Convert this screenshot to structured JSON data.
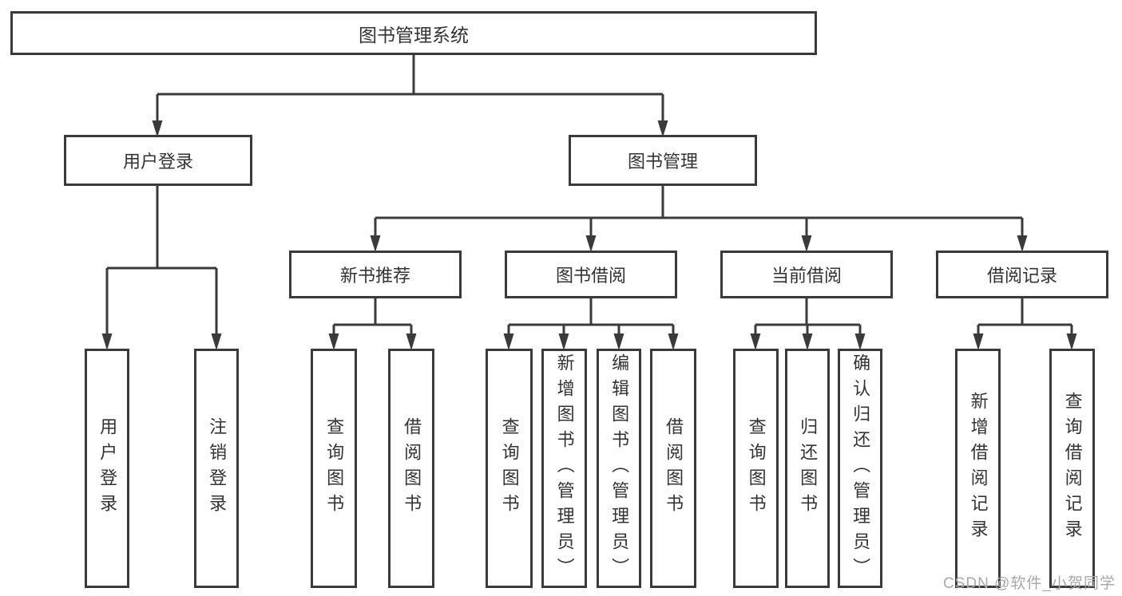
{
  "nodes": {
    "root": {
      "label": "图书管理系统"
    },
    "level2": [
      {
        "label": "用户登录",
        "children": [
          "用户登录",
          "注销登录"
        ]
      },
      {
        "label": "图书管理",
        "children": [
          "新书推荐",
          "图书借阅",
          "当前借阅",
          "借阅记录"
        ]
      }
    ],
    "level3": [
      {
        "label": "新书推荐",
        "children": [
          "查询图书",
          "借阅图书"
        ]
      },
      {
        "label": "图书借阅",
        "children": [
          "查询图书",
          "新增图书（管理员）",
          "编辑图书（管理员）",
          "借阅图书"
        ]
      },
      {
        "label": "当前借阅",
        "children": [
          "查询图书",
          "归还图书",
          "确认归还（管理员）"
        ]
      },
      {
        "label": "借阅记录",
        "children": [
          "新增借阅记录",
          "查询借阅记录"
        ]
      }
    ],
    "leaves": [
      {
        "label": "用户登录"
      },
      {
        "label": "注销登录"
      },
      {
        "label": "查询图书"
      },
      {
        "label": "借阅图书"
      },
      {
        "label": "查询图书"
      },
      {
        "label": "新增图书（管理员）"
      },
      {
        "label": "编辑图书（管理员）"
      },
      {
        "label": "借阅图书"
      },
      {
        "label": "查询图书"
      },
      {
        "label": "归还图书"
      },
      {
        "label": "确认归还（管理员）"
      },
      {
        "label": "新增借阅记录"
      },
      {
        "label": "查询借阅记录"
      }
    ]
  },
  "watermark": {
    "text": "CSDN @软件_小贺同学"
  },
  "colors": {
    "line": "#3a3a3a",
    "text": "#333333",
    "watermark": "#a8a8a8",
    "background": "#ffffff"
  }
}
